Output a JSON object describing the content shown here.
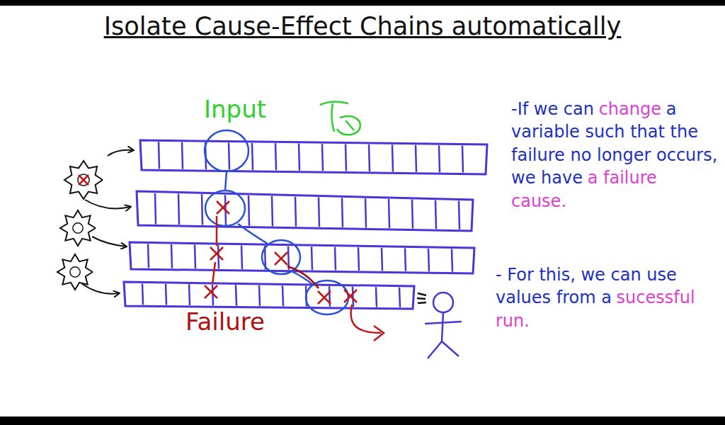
{
  "diagram": {
    "title": "Isolate Cause-Effect Chains automatically",
    "labels": [
      "Input",
      "Failure",
      "-If we can",
      "change",
      "a variable such that the failure no longer occurs, we have",
      "a failure cause.",
      "- For this, we can use values from a",
      "sucessful run."
    ]
  }
}
